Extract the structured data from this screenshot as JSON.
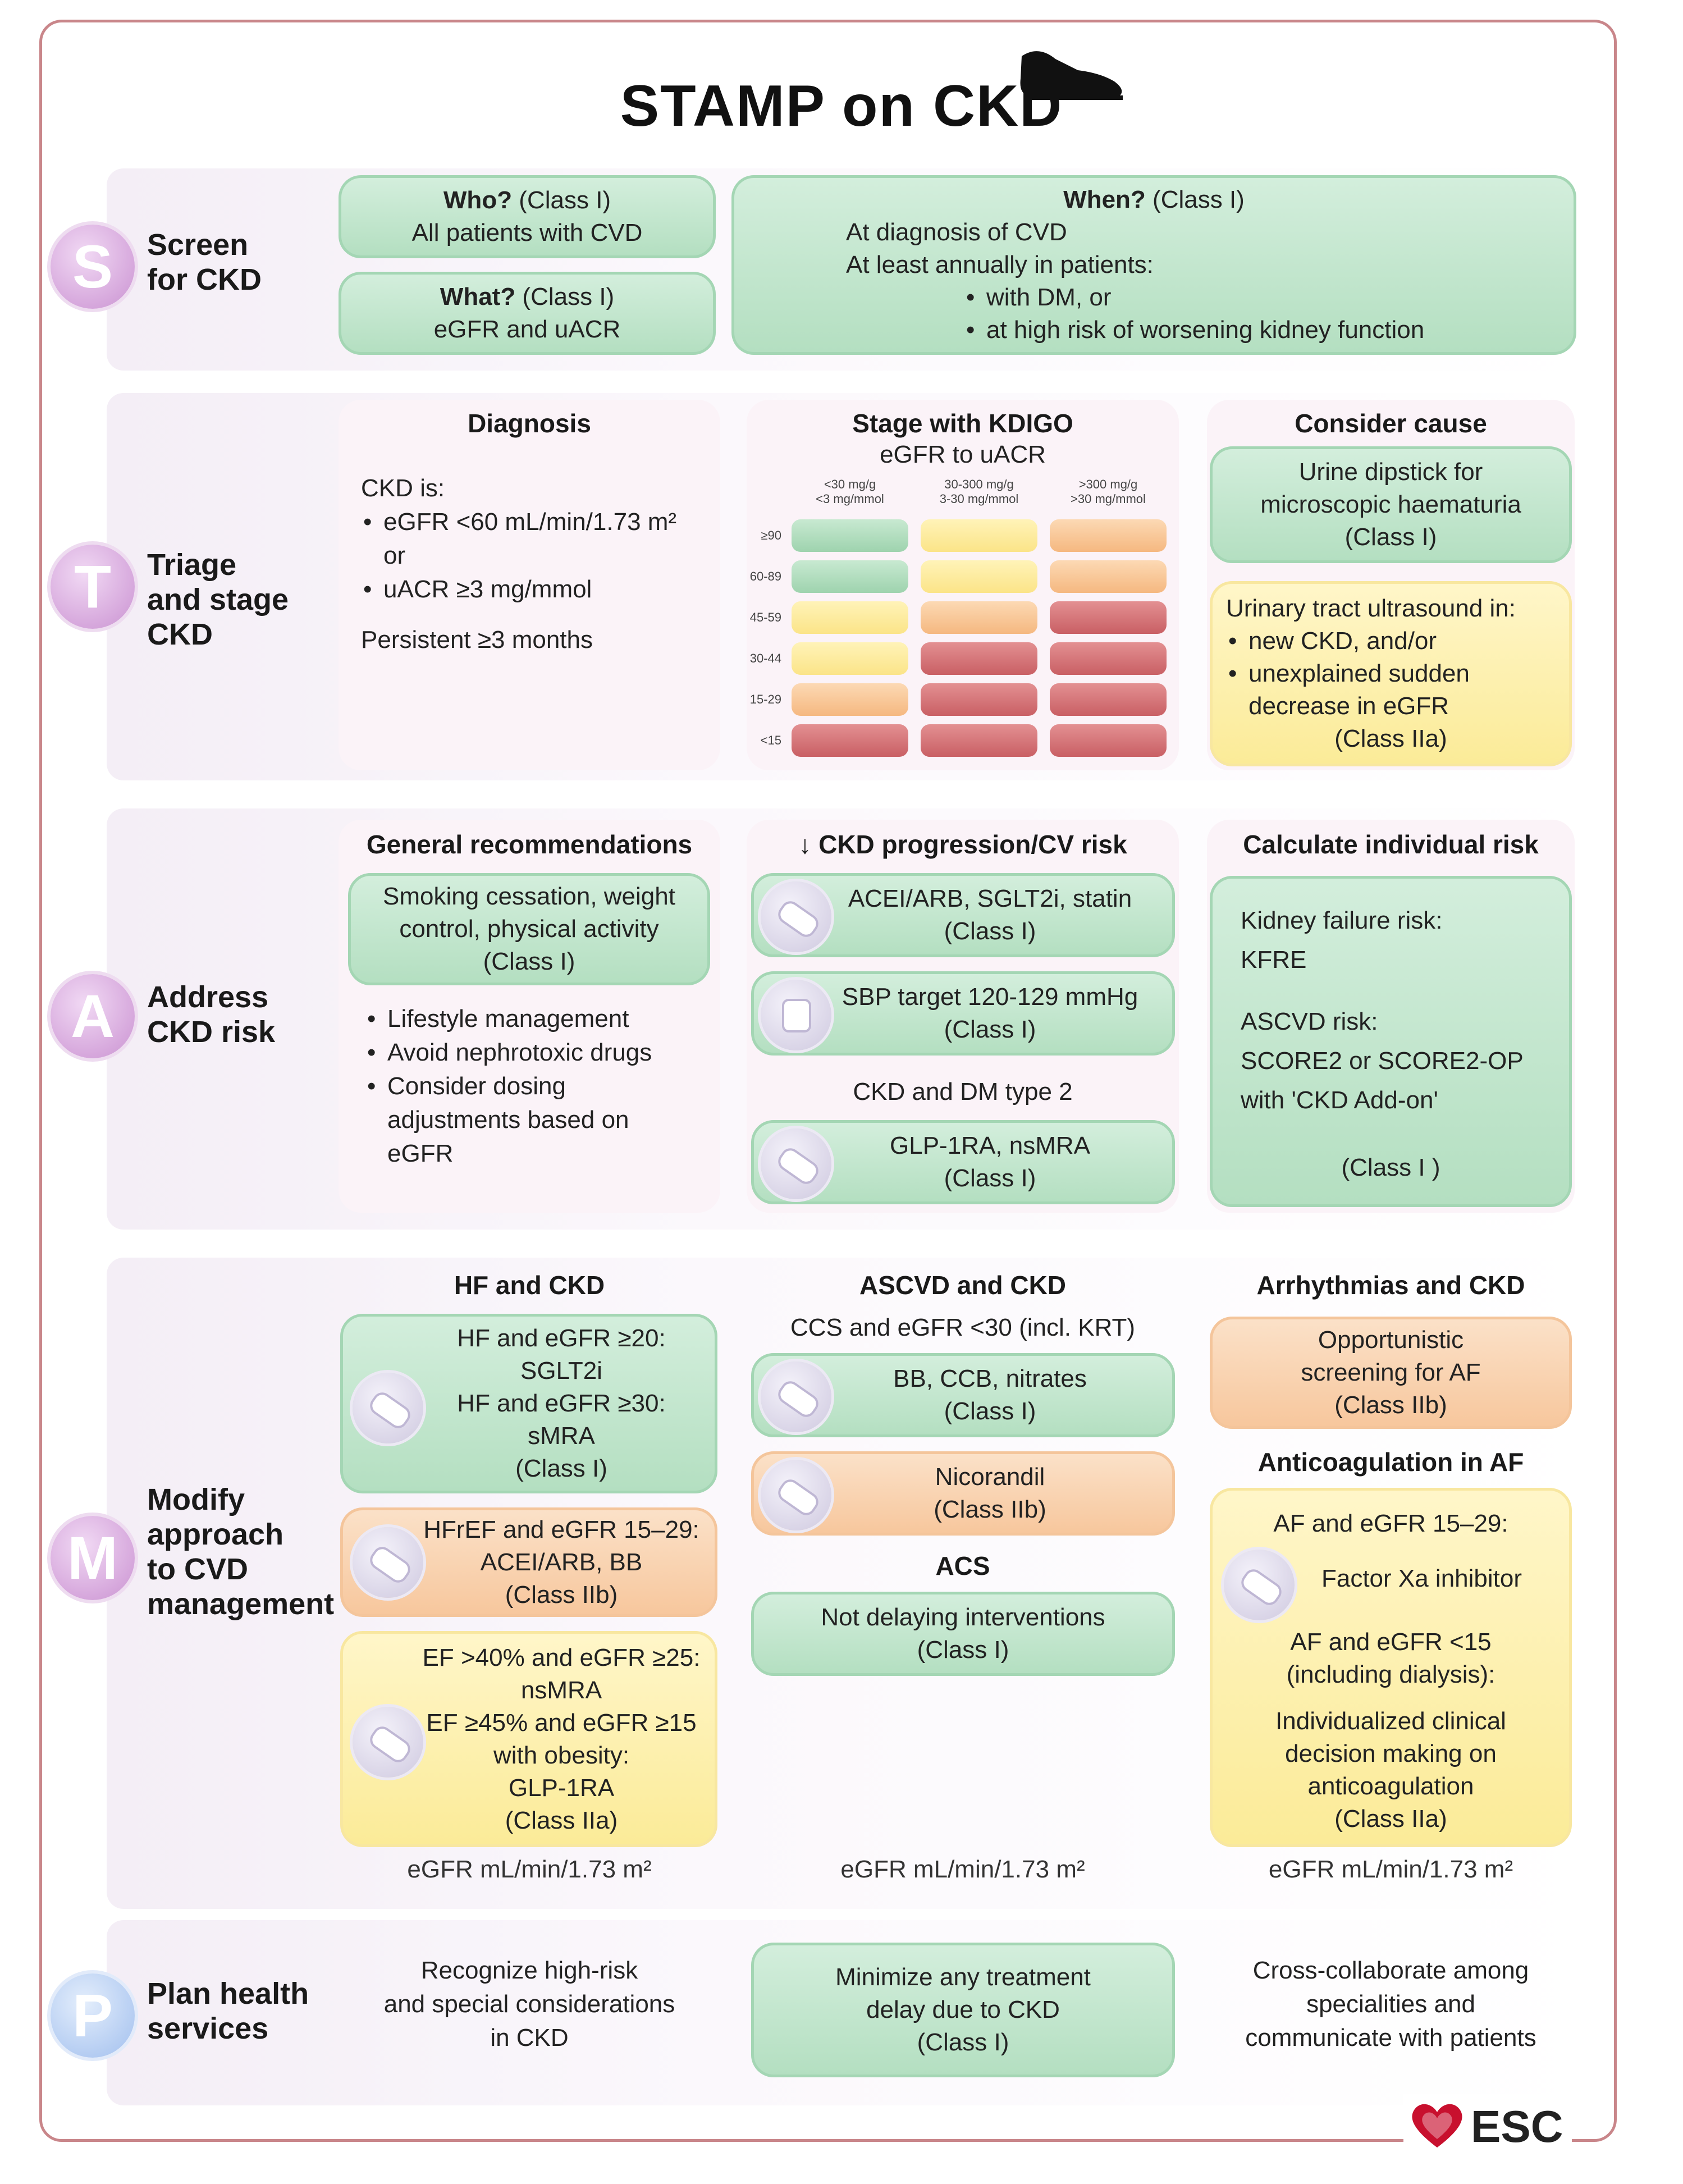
{
  "title": "STAMP on CKD",
  "screen": {
    "letter": "S",
    "step": [
      "Screen",
      "for CKD"
    ],
    "who": {
      "q": "Who?",
      "cls": " (Class I)",
      "text": "All patients with CVD"
    },
    "what": {
      "q": "What?",
      "cls": " (Class I)",
      "text": "eGFR and uACR"
    },
    "when": {
      "q": "When?",
      "cls": " (Class I)",
      "lines": [
        "At diagnosis of CVD",
        "At least annually in patients:"
      ],
      "bullets": [
        "with DM, or",
        "at high risk of worsening kidney function"
      ]
    }
  },
  "triage": {
    "letter": "T",
    "step": [
      "Triage",
      "and stage",
      "CKD"
    ],
    "diagnosis": {
      "head": "Diagnosis",
      "intro": "CKD is:",
      "b1": "eGFR <60 mL/min/1.73 m²",
      "or": "or",
      "b2": "uACR ≥3 mg/mmol",
      "persist": "Persistent ≥3 months"
    },
    "kdigo": {
      "head": "Stage with KDIGO",
      "sub": "eGFR to uACR",
      "cols": [
        "<30 mg/g\n<3 mg/mmol",
        "30-300 mg/g\n3-30 mg/mmol",
        ">300 mg/g\n>30 mg/mmol"
      ],
      "rows": [
        "≥90",
        "60-89",
        "45-59",
        "30-44",
        "15-29",
        "<15"
      ],
      "grid": [
        [
          "g",
          "y",
          "o"
        ],
        [
          "g",
          "y",
          "o"
        ],
        [
          "y",
          "o",
          "r"
        ],
        [
          "y",
          "r",
          "r"
        ],
        [
          "o",
          "r",
          "r"
        ],
        [
          "r",
          "r",
          "r"
        ]
      ]
    },
    "cause": {
      "head": "Consider cause",
      "dip": [
        "Urine dipstick for",
        "microscopic haematuria",
        "(Class I)"
      ],
      "us_title": "Urinary tract ultrasound in:",
      "us_b1": "new CKD, and/or",
      "us_b2a": "unexplained sudden",
      "us_b2b": "decrease in eGFR",
      "us_cls": "(Class IIa)"
    }
  },
  "address": {
    "letter": "A",
    "step": [
      "Address",
      "CKD risk"
    ],
    "general": {
      "head": "General recommendations",
      "box": [
        "Smoking cessation, weight",
        "control, physical activity",
        "(Class I)"
      ],
      "b1": "Lifestyle management",
      "b2": "Avoid nephrotoxic drugs",
      "b3a": "Consider dosing",
      "b3b": "adjustments based on",
      "b3c": "eGFR"
    },
    "prog": {
      "head": "↓ CKD progression/CV risk",
      "box1": [
        "ACEI/ARB, SGLT2i, statin",
        "(Class I)"
      ],
      "box2": [
        "SBP target 120-129 mmHg",
        "(Class I)"
      ],
      "mid": "CKD and DM type 2",
      "box3": [
        "GLP-1RA, nsMRA",
        "(Class I)"
      ]
    },
    "calc": {
      "head": "Calculate individual risk",
      "l1": "Kidney failure risk:",
      "l2": "KFRE",
      "l3": "ASCVD risk:",
      "l4": "SCORE2 or SCORE2-OP",
      "l5": "with 'CKD Add-on'",
      "l6": "(Class I )"
    }
  },
  "modify": {
    "letter": "M",
    "step": [
      "Modify",
      "approach",
      "to CVD",
      "management"
    ],
    "hf": {
      "head": "HF and CKD",
      "g": [
        "HF and eGFR ≥20:",
        "SGLT2i",
        "HF and eGFR ≥30:",
        "sMRA",
        "(Class I)"
      ],
      "o": [
        "HFrEF and eGFR 15–29:",
        "ACEI/ARB, BB",
        "(Class IIb)"
      ],
      "y": [
        "EF >40% and eGFR ≥25:",
        "nsMRA",
        "EF ≥45% and eGFR ≥15",
        "with obesity:",
        "GLP-1RA",
        "(Class IIa)"
      ]
    },
    "ascvd": {
      "head": "ASCVD and CKD",
      "sub": "CCS and eGFR <30 (incl. KRT)",
      "g": [
        "BB, CCB, nitrates",
        "(Class I)"
      ],
      "o": [
        "Nicorandil",
        "(Class IIb)"
      ],
      "acs": "ACS",
      "g2": [
        "Not delaying interventions",
        "(Class I)"
      ]
    },
    "arr": {
      "head": "Arrhythmias and CKD",
      "o": [
        "Opportunistic",
        "screening for AF",
        "(Class IIb)"
      ],
      "sub": "Anticoagulation in AF",
      "y1": "AF and eGFR 15–29:",
      "y2": "Factor Xa inhibitor",
      "y3": "AF and eGFR <15",
      "y4": "(including dialysis):",
      "y5": "Individualized clinical",
      "y6": "decision making on",
      "y7": "anticoagulation",
      "y8": "(Class IIa)"
    },
    "unit": "eGFR mL/min/1.73 m²"
  },
  "plan": {
    "letter": "P",
    "step": [
      "Plan health",
      "services"
    ],
    "c1": [
      "Recognize high-risk",
      "and special considerations",
      "in CKD"
    ],
    "c2": [
      "Minimize any treatment",
      "delay due to CKD",
      "(Class I)"
    ],
    "c3": [
      "Cross-collaborate among",
      "specialities and",
      "communicate with patients"
    ]
  },
  "brand": "ESC",
  "colors": {
    "green": "#b4dfc1",
    "orange": "#f7c79d",
    "yellow": "#fbeb98",
    "red": "#c95f64",
    "purple": "#d6a7dc",
    "blue": "#b5cdf2",
    "esc_red": "#c8102e"
  }
}
